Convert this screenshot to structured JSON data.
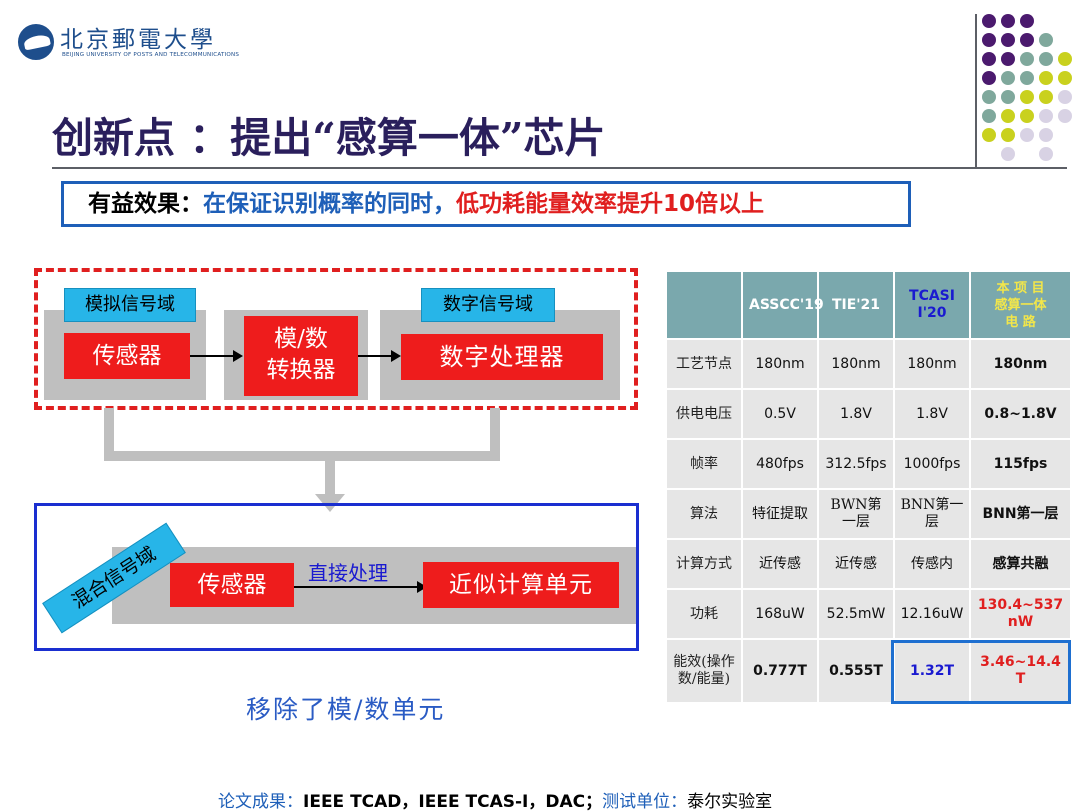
{
  "header": {
    "university_name": "北京郵電大學",
    "university_en": "BEIJING UNIVERSITY OF POSTS AND TELECOMMUNICATIONS",
    "title": "创新点 ：提出“感算一体”芯片"
  },
  "benefit": {
    "label": "有益效果：",
    "blue_text": "在保证识别概率的同时，",
    "red_text": "低功耗能量效率提升10倍以上"
  },
  "diagram": {
    "analog_domain": "模拟信号域",
    "digital_domain": "数字信号域",
    "sensor": "传感器",
    "adc_line1": "模/数",
    "adc_line2": "转换器",
    "digital_processor": "数字处理器",
    "mixed_domain": "混合信号域",
    "sensor2": "传感器",
    "direct_processing": "直接处理",
    "approx_unit": "近似计算单元",
    "removed_note": "移除了模/数单元"
  },
  "table": {
    "headers": [
      "",
      "ASSCC'19",
      "TIE'21",
      "TCASII'20",
      "本项目感算一体电路"
    ],
    "header_ours_lines": [
      "本 项 目",
      "感算一体",
      "电  路"
    ],
    "rows": [
      {
        "label": "工艺节点",
        "values": [
          "180nm",
          "180nm",
          "180nm",
          "180nm"
        ]
      },
      {
        "label": "供电电压",
        "values": [
          "0.5V",
          "1.8V",
          "1.8V",
          "0.8~1.8V"
        ]
      },
      {
        "label": "帧率",
        "values": [
          "480fps",
          "312.5fps",
          "1000fps",
          "115fps"
        ]
      },
      {
        "label": "算法",
        "values": [
          "特征提取",
          "BWN第一层",
          "BNN第一层",
          "BNN第一层"
        ]
      },
      {
        "label": "计算方式",
        "values": [
          "近传感",
          "近传感",
          "传感内",
          "感算共融"
        ]
      },
      {
        "label": "功耗",
        "values": [
          "168uW",
          "52.5mW",
          "12.16uW",
          "130.4~537nW"
        ]
      },
      {
        "label": "能效(操作数/能量)",
        "values": [
          "0.777T",
          "0.555T",
          "1.32T",
          "3.46~14.4T"
        ]
      }
    ]
  },
  "footer": {
    "papers_label": "论文成果：",
    "papers": "IEEE TCAD，IEEE TCAS-I，DAC；",
    "test_label": "测试单位：",
    "test_unit": "泰尔实验室"
  },
  "colors": {
    "title": "#2a1f5c",
    "accent_red": "#ee1c1c",
    "accent_blue": "#1e5fb8",
    "tag_cyan": "#27b5e8",
    "table_header": "#7aa8ad",
    "dot_purple": "#4b1a6e",
    "dot_teal": "#7fa89c",
    "dot_yellow": "#c9d11e",
    "dot_lavender": "#d8d2e4"
  }
}
